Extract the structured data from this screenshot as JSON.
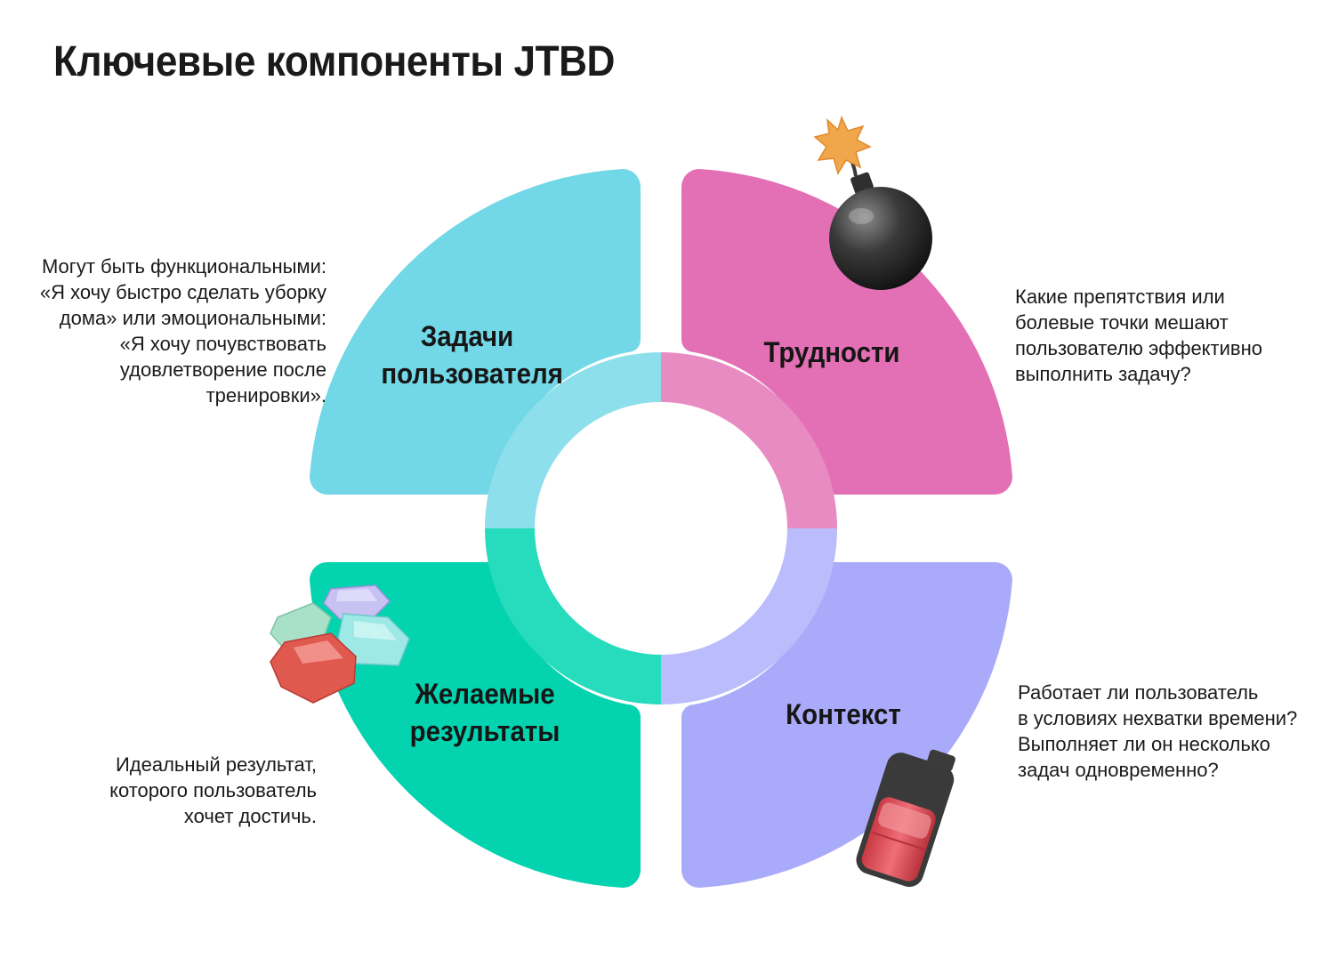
{
  "title": "Ключевые компоненты JTBD",
  "segments": {
    "tasks": {
      "label_lines": [
        "Задачи",
        "пользователя"
      ],
      "color": "#72d7e6",
      "description_lines": [
        "Могут быть функциональными:",
        "«Я хочу быстро сделать уборку",
        "дома» или эмоциональными:",
        "«Я хочу почувствовать",
        "удовлетворение после",
        "тренировки»."
      ]
    },
    "difficulties": {
      "label_lines": [
        "Трудности"
      ],
      "color": "#e370b5",
      "icon": "bomb-icon",
      "description_lines": [
        "Какие препятствия или",
        "болевые точки мешают",
        "пользователю эффективно",
        "выполнить задачу?"
      ]
    },
    "results": {
      "label_lines": [
        "Желаемые",
        "результаты"
      ],
      "color": "#04d3b0",
      "icon": "gems-icon",
      "description_lines": [
        "Идеальный результат,",
        "которого пользователь",
        "хочет достичь."
      ]
    },
    "context": {
      "label_lines": [
        "Контекст"
      ],
      "color": "#a9abfa",
      "icon": "battery-icon",
      "description_lines": [
        "Работает ли пользователь",
        "в условиях нехватки времени?",
        "Выполняет ли он несколько",
        "задач одновременно?"
      ]
    }
  }
}
